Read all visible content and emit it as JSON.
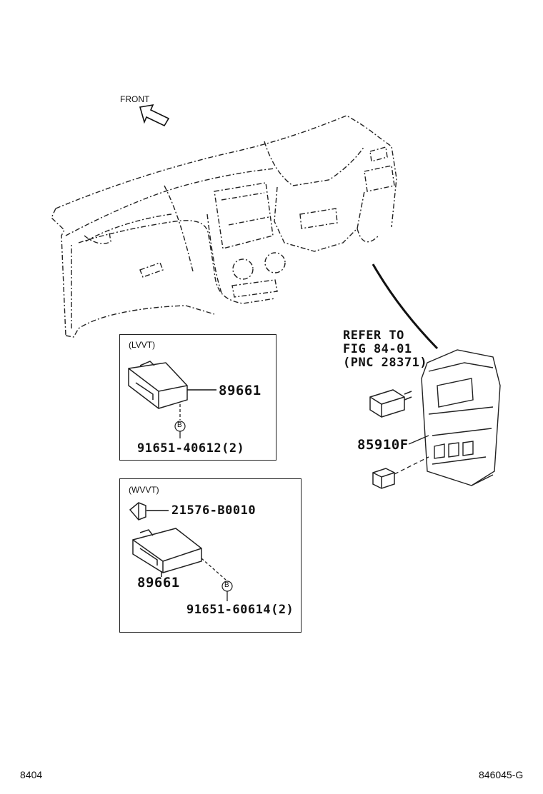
{
  "front_label": "FRONT",
  "refer": {
    "line1": "REFER TO",
    "line2": "FIG 84-01",
    "line3": "(PNC 28371)"
  },
  "relay_part": "85910F",
  "lvvt": {
    "variant": "(LVVT)",
    "ecu_part": "89661",
    "bolt_marker": "B",
    "bolt_part": "91651-40612(2)"
  },
  "wvvt": {
    "variant": "(WVVT)",
    "bracket_part": "21576-B0010",
    "ecu_part": "89661",
    "bolt_marker": "B",
    "bolt_part": "91651-60614(2)"
  },
  "footer": {
    "left": "8404",
    "right": "846045-G"
  }
}
